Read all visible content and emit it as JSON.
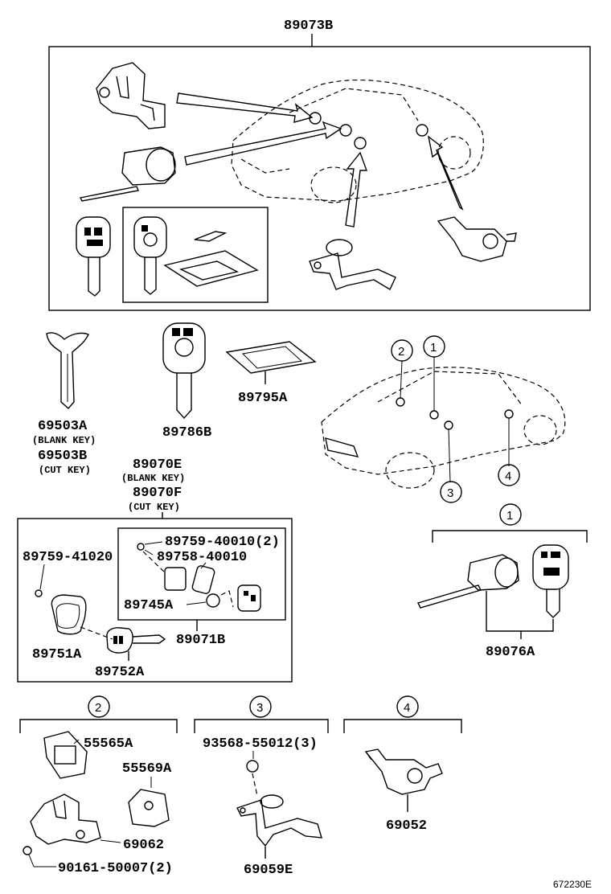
{
  "top_group": {
    "part": "89073B"
  },
  "keys": {
    "blank_key": {
      "part": "69503A",
      "note": "(BLANK KEY)"
    },
    "cut_key": {
      "part": "69503B",
      "note": "(CUT KEY)"
    },
    "remote_key": {
      "part": "89786B"
    },
    "key_plate": {
      "part": "89795A"
    }
  },
  "transmitter": {
    "blank": {
      "part": "89070E",
      "note": "(BLANK KEY)"
    },
    "cut": {
      "part": "89070F",
      "note": "(CUT KEY)"
    },
    "screw_left": "89759-41020",
    "screw_inner": "89759-40010(2)",
    "gasket": "89758-40010",
    "battery": "89745A",
    "case_upper": "89751A",
    "case_lower": "89752A",
    "sub_assy": "89071B"
  },
  "callouts": [
    "1",
    "2",
    "3",
    "4"
  ],
  "group1": {
    "num": "1",
    "part": "89076A"
  },
  "group2": {
    "num": "2",
    "parts": [
      "55565A",
      "55569A",
      "69062"
    ],
    "screw": "90161-50007(2)"
  },
  "group3": {
    "num": "3",
    "screw": "93568-55012(3)",
    "part": "69059E"
  },
  "group4": {
    "num": "4",
    "part": "69052"
  },
  "drawing_id": "672230E"
}
